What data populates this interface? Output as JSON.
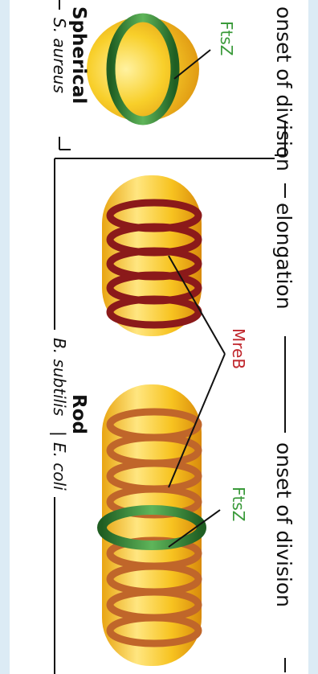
{
  "labels": {
    "onset_of_division_top": "onset of division",
    "elongation": "elongation",
    "onset_of_division_bottom": "onset of division",
    "ftsz_top": "FtsZ",
    "ftsz_bottom": "FtsZ",
    "mreb": "MreB",
    "spherical": "Spherical",
    "s_aureus": "S. aureus",
    "rod": "Rod",
    "b_subtilis": "B. subtilis",
    "separator": "|",
    "e_coli": "E. coli"
  },
  "colors": {
    "cell_body": "#f5c21a",
    "ftsz_ring": "#2e7d32",
    "mreb_helix": "#8b1a1a",
    "mreb_helix_faded": "#c0662a",
    "ftsz_label": "#3a9a3a",
    "mreb_label": "#c0272d",
    "text": "#111111"
  }
}
